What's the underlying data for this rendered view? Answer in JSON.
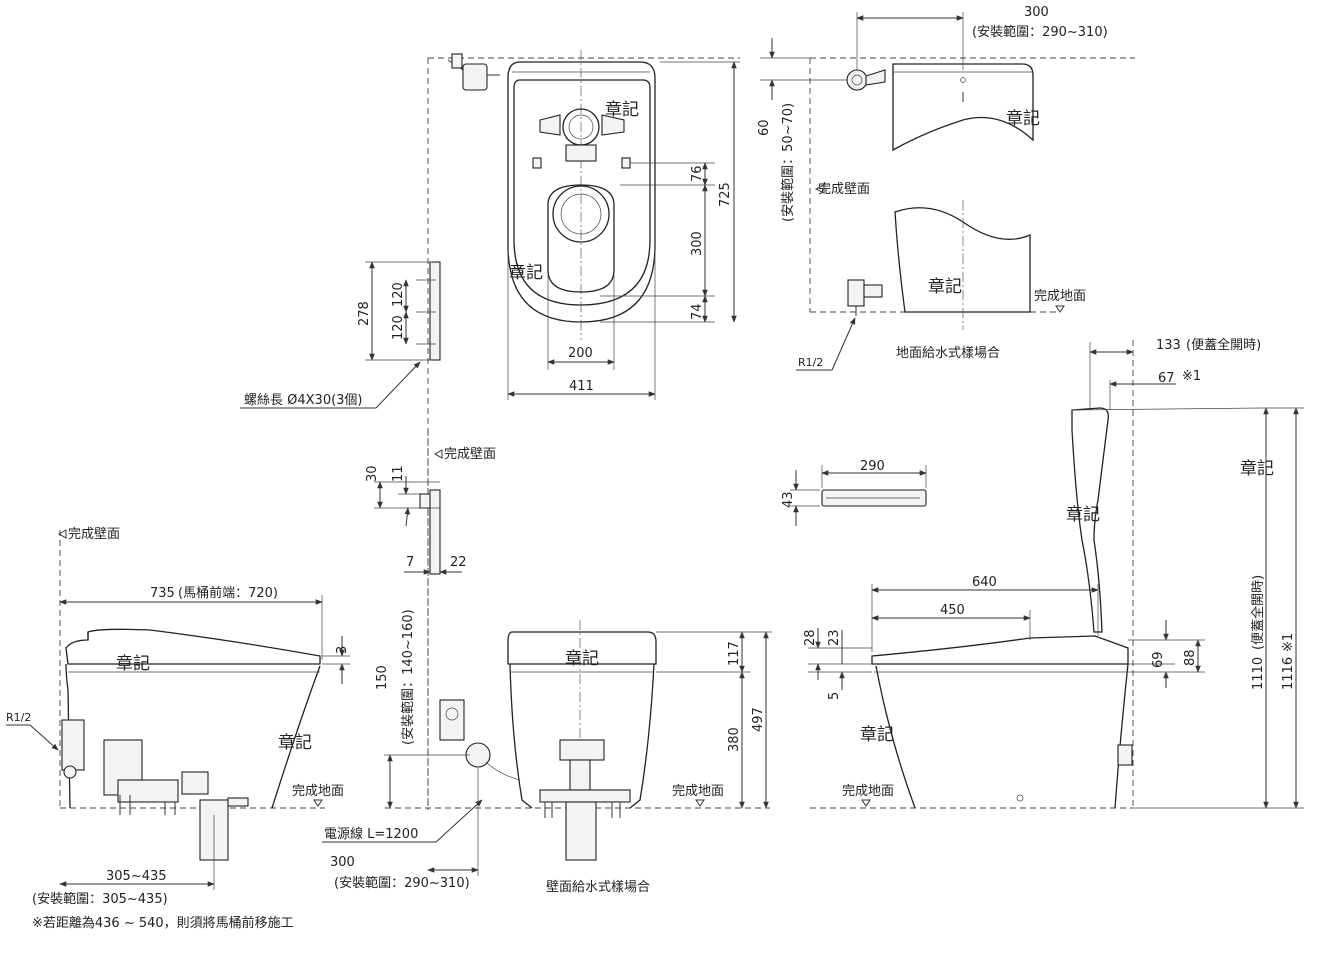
{
  "marks": {
    "symbol": "章記"
  },
  "labels": {
    "finished_wall": "完成壁面",
    "finished_floor": "完成地面",
    "floor_supply": "地面給水式樣場合",
    "wall_supply": "壁面給水式樣場合",
    "r12": "R1/2",
    "screw": "螺絲長 Ø4X30(3個)",
    "power_cord": "電源線  L=1200",
    "footnote": "※若距離為436 ~ 540，則須將馬桶前移施工",
    "range_305_435": "(安裝範圍：305~435)",
    "range_290_310": "(安裝範圍：290~310)",
    "range_50_70": "(安裝範圍：50~70)",
    "range_140_160": "(安裝範圍：140~160)",
    "lid_open": "(便蓋全開時)",
    "note_1": "※1"
  },
  "dims": {
    "d300_top": "300",
    "d60": "60",
    "d725": "725",
    "d76": "76",
    "d300_v": "300",
    "d74": "74",
    "d200": "200",
    "d411": "411",
    "d278": "278",
    "d120a": "120",
    "d120b": "120",
    "d133": "133",
    "d67": "67",
    "d290": "290",
    "d43": "43",
    "d30": "30",
    "d11": "11",
    "d7": "7",
    "d22": "22",
    "d150": "150",
    "d735": "735",
    "d735_note": "(馬桶前端：720)",
    "d3": "3",
    "d305_435": "305~435",
    "d300_front": "300",
    "d117": "117",
    "d380": "380",
    "d497": "497",
    "d640": "640",
    "d450": "450",
    "d28": "28",
    "d23": "23",
    "d5": "5",
    "d69": "69",
    "d88": "88",
    "d1110": "1110",
    "d1116": "1116"
  }
}
